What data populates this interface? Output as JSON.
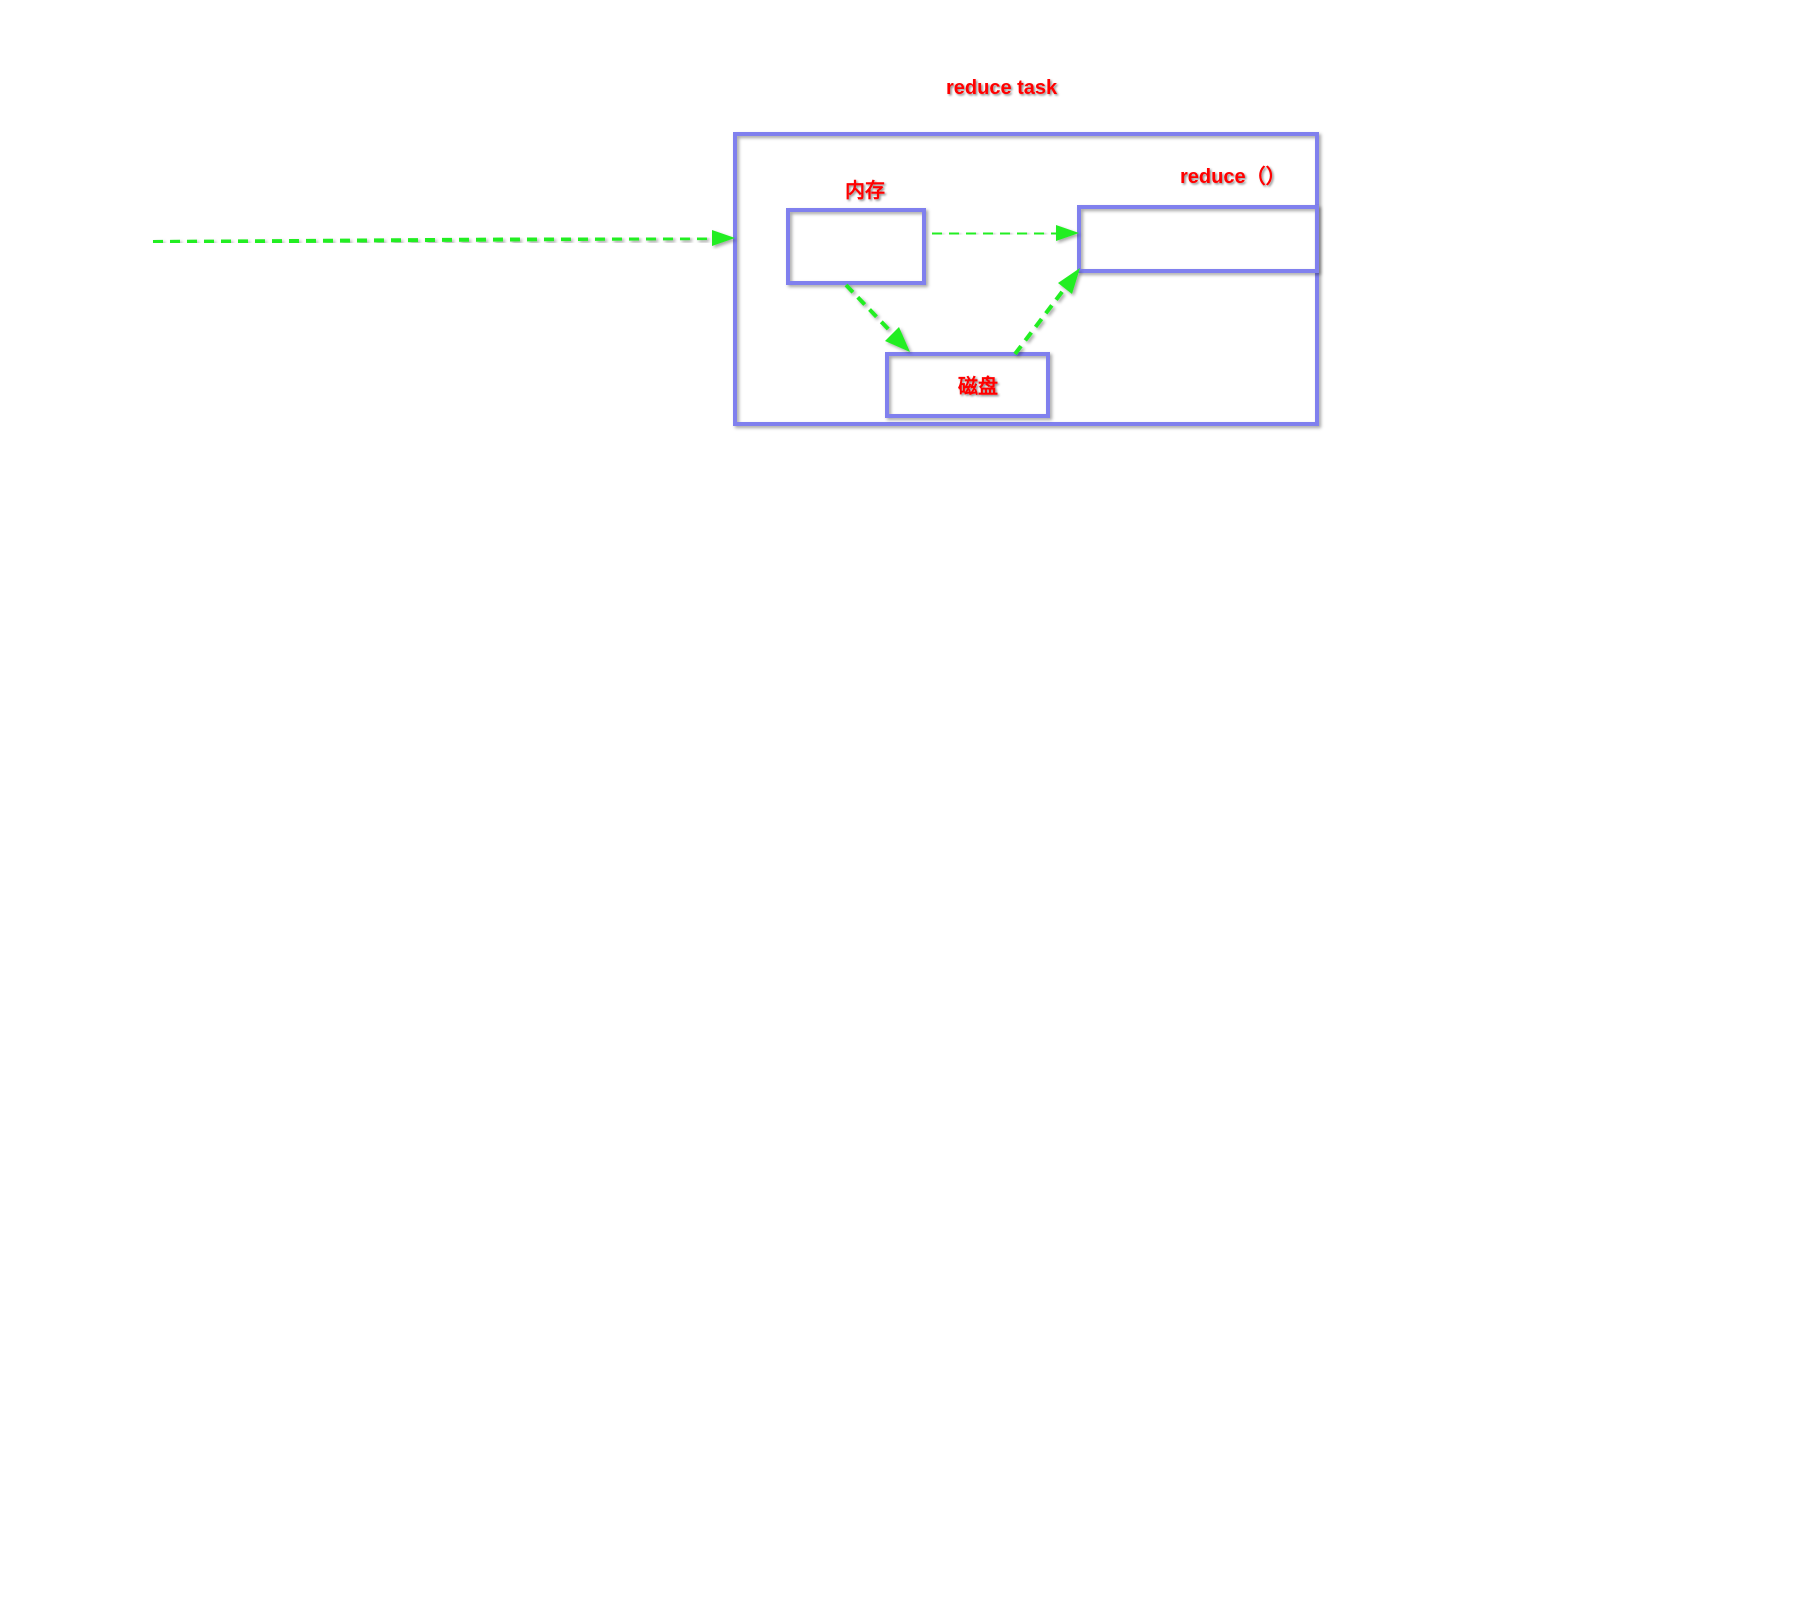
{
  "labels": {
    "title": "reduce task",
    "memory": "内存",
    "reduce_fn": "reduce（）",
    "disk": "磁盘"
  },
  "colors": {
    "box_stroke": "#8080ee",
    "arrow": "#22ee22",
    "label": "#ff0000",
    "background": "#ffffff"
  },
  "arrows": [
    {
      "from": "input",
      "to": "reduce-task-box"
    },
    {
      "from": "memory-box",
      "to": "reduce-function-box"
    },
    {
      "from": "memory-box",
      "to": "disk-box"
    },
    {
      "from": "disk-box",
      "to": "reduce-function-box"
    }
  ]
}
